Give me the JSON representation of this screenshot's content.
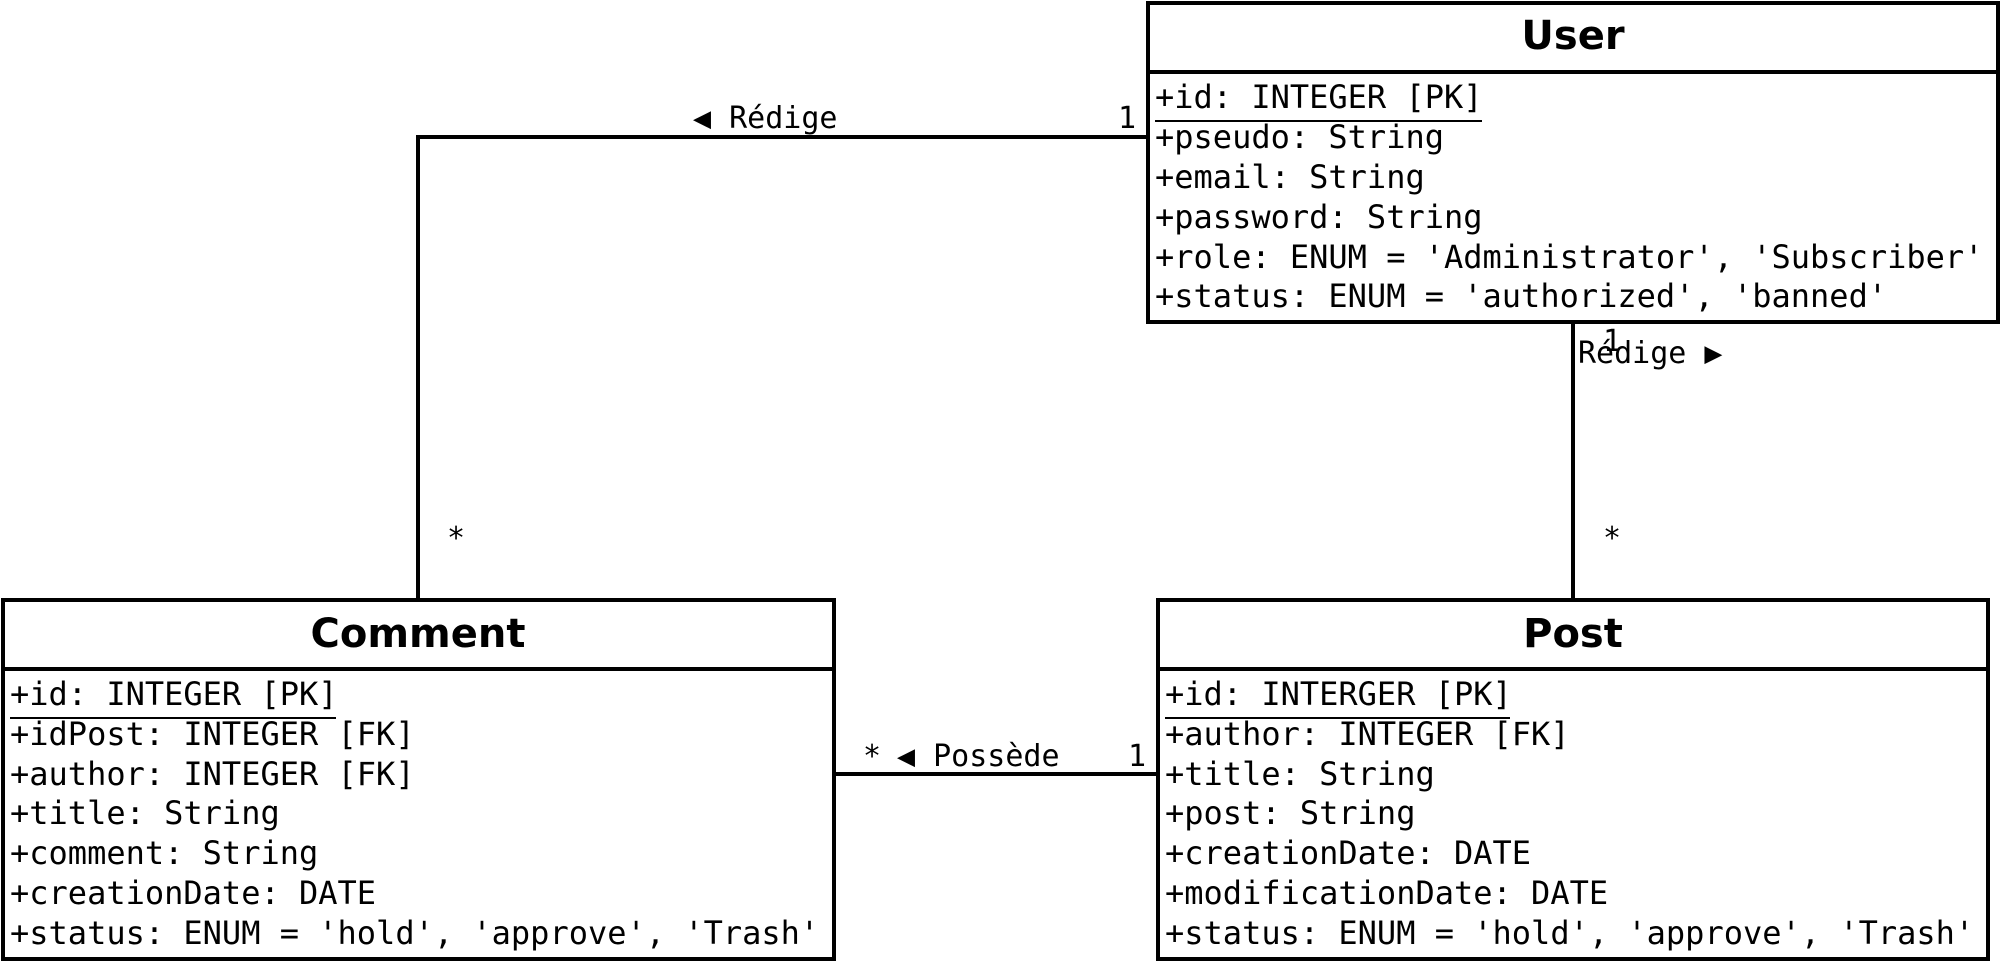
{
  "classes": {
    "user": {
      "name": "User",
      "attributes": [
        "+id: INTEGER [PK]",
        "+pseudo: String",
        "+email: String",
        "+password: String",
        "+role: ENUM = 'Administrator', 'Subscriber'",
        "+status: ENUM = 'authorized', 'banned'"
      ]
    },
    "comment": {
      "name": "Comment",
      "attributes": [
        "+id: INTEGER [PK]",
        "+idPost: INTEGER [FK]",
        "+author: INTEGER [FK]",
        "+title: String",
        "+comment: String",
        "+creationDate: DATE",
        "+status: ENUM = 'hold', 'approve', 'Trash'"
      ]
    },
    "post": {
      "name": "Post",
      "attributes": [
        "+id: INTERGER [PK]",
        "+author: INTEGER [FK]",
        "+title: String",
        "+post: String",
        "+creationDate: DATE",
        "+modificationDate: DATE",
        "+status: ENUM = 'hold', 'approve', 'Trash'"
      ]
    }
  },
  "associations": {
    "user_comment": {
      "label": "◀ Rédige",
      "mult_user": "1",
      "mult_comment": "*"
    },
    "user_post": {
      "label": "Rédige ▶",
      "mult_user": "1",
      "mult_post": "*"
    },
    "post_comment": {
      "label": "◀ Possède",
      "mult_comment": "*",
      "mult_post": "1"
    }
  }
}
